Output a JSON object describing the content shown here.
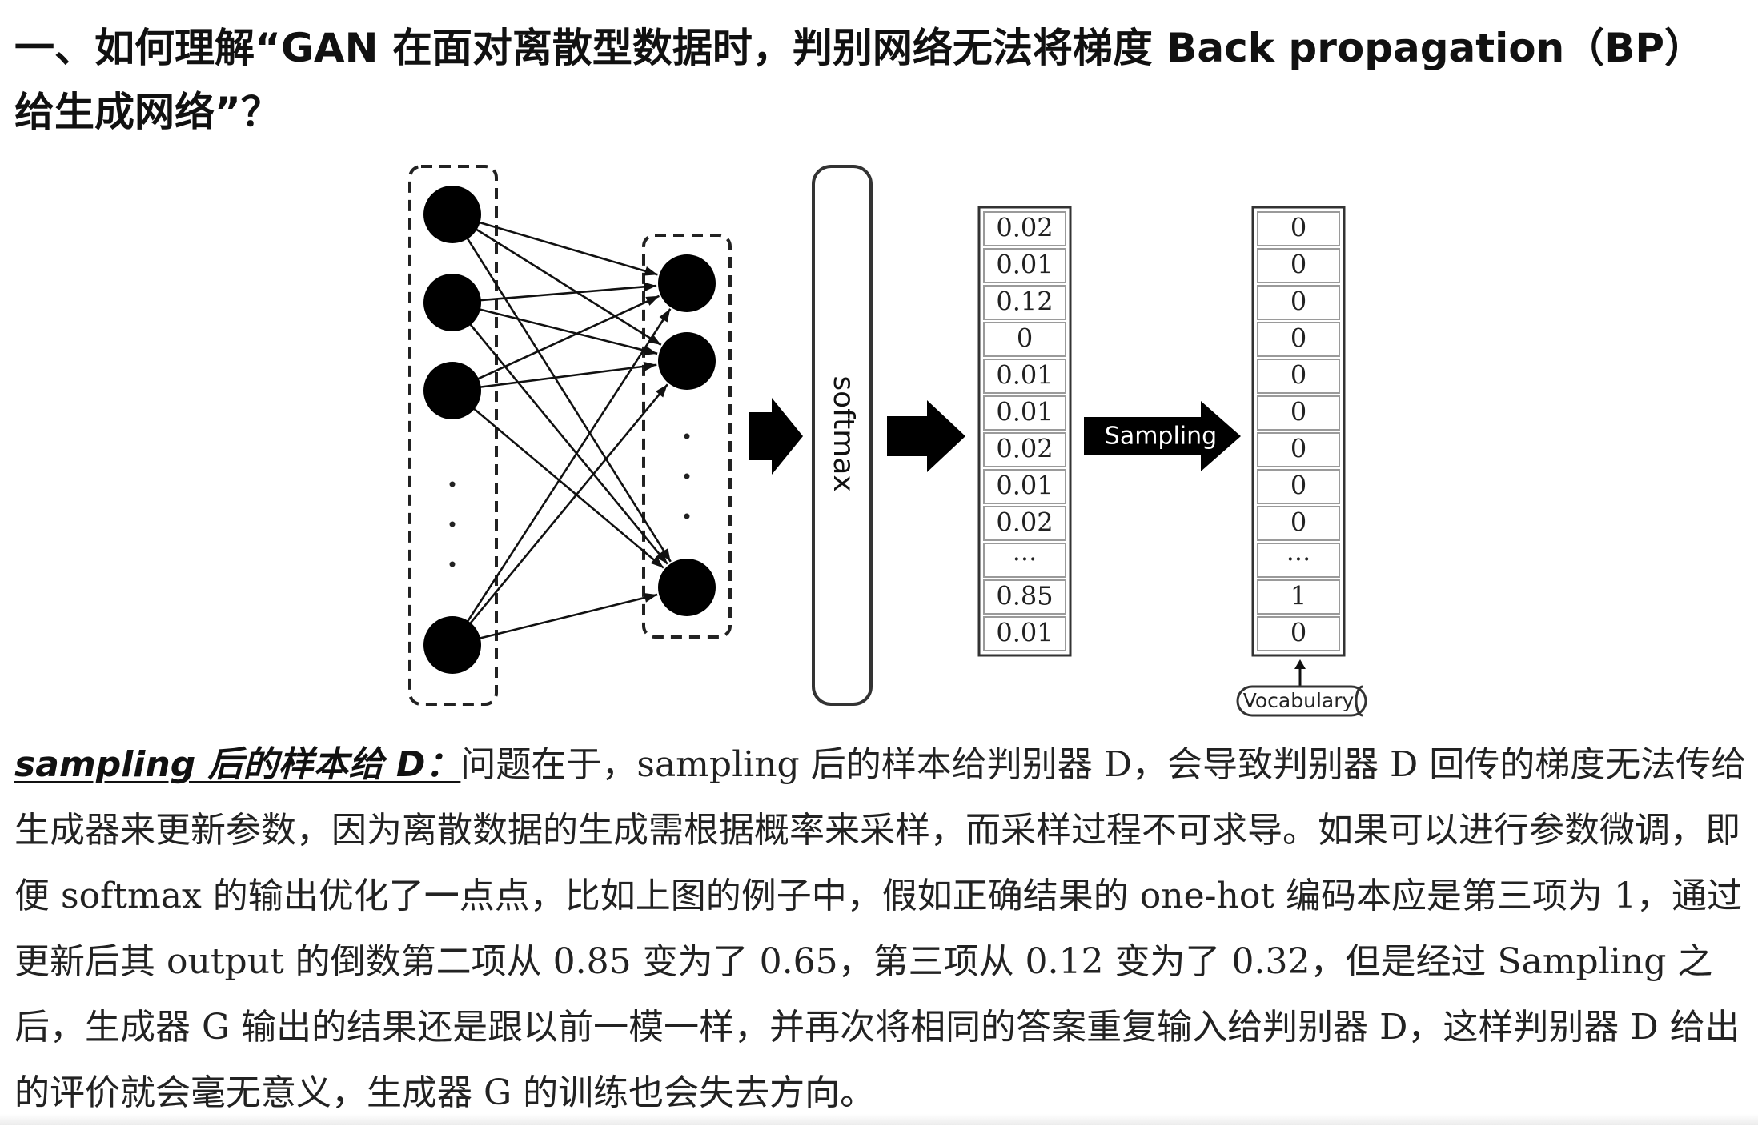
{
  "heading": {
    "line1": "一、如何理解“GAN 在面对离散型数据时，判别网络无法将梯度 Back propagation（BP）",
    "line2": "给生成网络”？"
  },
  "diagram": {
    "softmax_label": "softmax",
    "sampling_label": "Sampling",
    "vocabulary_label": "Vocabulary",
    "ellipsis": "···",
    "probability_column": [
      "0.02",
      "0.01",
      "0.12",
      "0",
      "0.01",
      "0.01",
      "0.02",
      "0.01",
      "0.02",
      "···",
      "0.85",
      "0.01"
    ],
    "onehot_column": [
      "0",
      "0",
      "0",
      "0",
      "0",
      "0",
      "0",
      "0",
      "0",
      "···",
      "1",
      "0"
    ],
    "colors": {
      "ink": "#111111",
      "border": "#333333",
      "cell_border": "#999999"
    }
  },
  "paragraph": {
    "lead": "sampling 后的样本给 D：",
    "text": "问题在于，sampling 后的样本给判别器 D，会导致判别器 D 回传的梯度无法传给生成器来更新参数，因为离散数据的生成需根据概率来采样，而采样过程不可求导。如果可以进行参数微调，即便 softmax 的输出优化了一点点，比如上图的例子中，假如正确结果的 one-hot 编码本应是第三项为 1，通过更新后其 output 的倒数第二项从 0.85 变为了 0.65，第三项从 0.12 变为了 0.32，但是经过 Sampling 之后，生成器 G 输出的结果还是跟以前一模一样，并再次将相同的答案重复输入给判别器 D，这样判别器 D 给出的评价就会毫无意义，生成器 G 的训练也会失去方向。"
  }
}
